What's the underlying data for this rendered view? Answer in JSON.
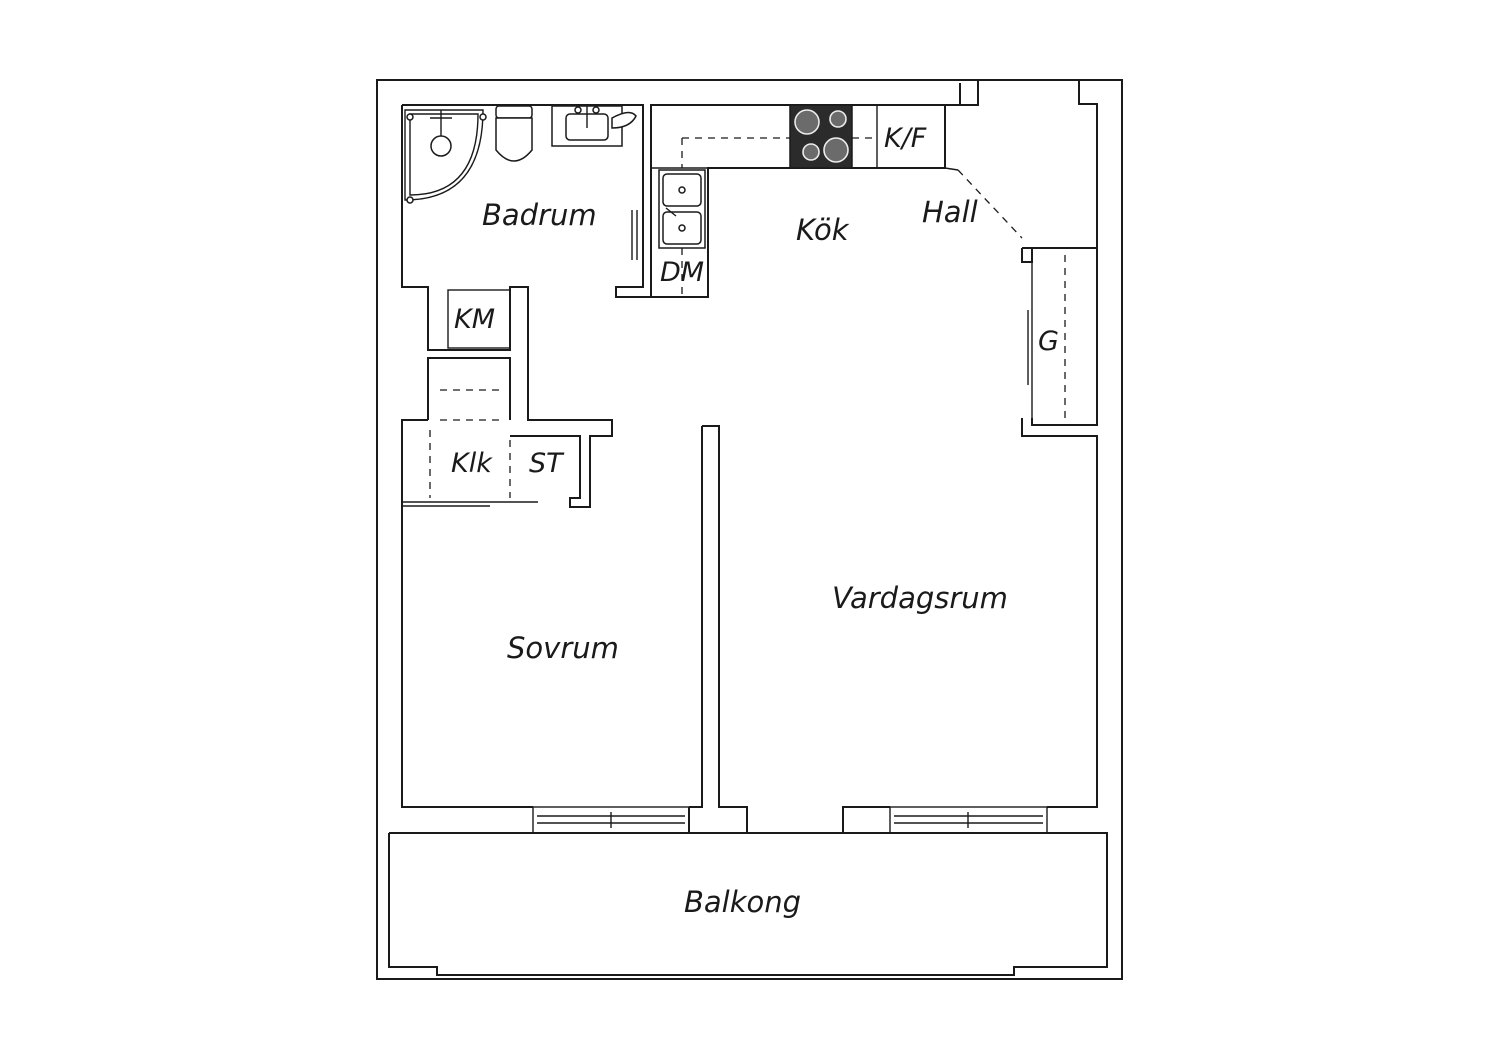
{
  "rooms": {
    "badrum": "Badrum",
    "kok": "Kök",
    "hall": "Hall",
    "kf": "K/F",
    "dm": "DM",
    "km": "KM",
    "g": "G",
    "klk": "Klk",
    "st": "ST",
    "sovrum": "Sovrum",
    "vardagsrum": "Vardagsrum",
    "balkong": "Balkong"
  },
  "colors": {
    "line": "#1a1a1a",
    "hob": "#2b2b2b",
    "background": "#ffffff"
  }
}
